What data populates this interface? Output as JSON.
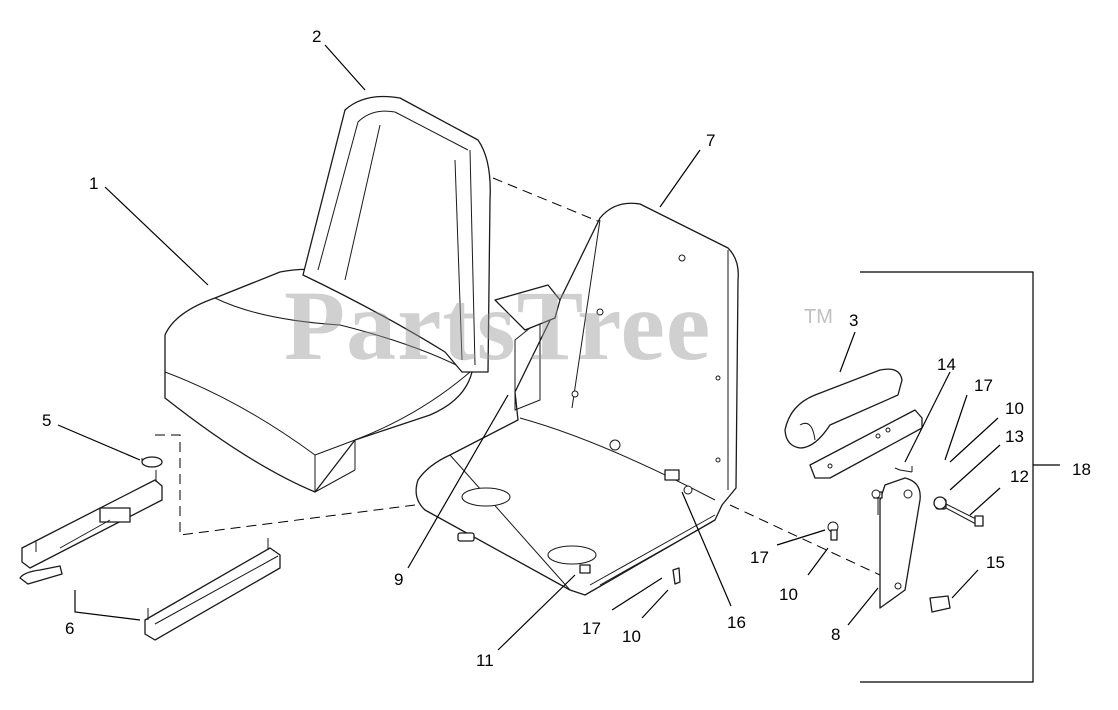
{
  "watermark": {
    "text": "PartsTree",
    "trademark": "TM"
  },
  "callouts": [
    {
      "id": "c1",
      "label": "1"
    },
    {
      "id": "c2",
      "label": "2"
    },
    {
      "id": "c3",
      "label": "3"
    },
    {
      "id": "c5",
      "label": "5"
    },
    {
      "id": "c6",
      "label": "6"
    },
    {
      "id": "c7",
      "label": "7"
    },
    {
      "id": "c8",
      "label": "8"
    },
    {
      "id": "c9",
      "label": "9"
    },
    {
      "id": "c10a",
      "label": "10"
    },
    {
      "id": "c10b",
      "label": "10"
    },
    {
      "id": "c10c",
      "label": "10"
    },
    {
      "id": "c11",
      "label": "11"
    },
    {
      "id": "c12",
      "label": "12"
    },
    {
      "id": "c13",
      "label": "13"
    },
    {
      "id": "c14",
      "label": "14"
    },
    {
      "id": "c15",
      "label": "15"
    },
    {
      "id": "c16",
      "label": "16"
    },
    {
      "id": "c17a",
      "label": "17"
    },
    {
      "id": "c17b",
      "label": "17"
    },
    {
      "id": "c17c",
      "label": "17"
    },
    {
      "id": "c18",
      "label": "18"
    }
  ]
}
